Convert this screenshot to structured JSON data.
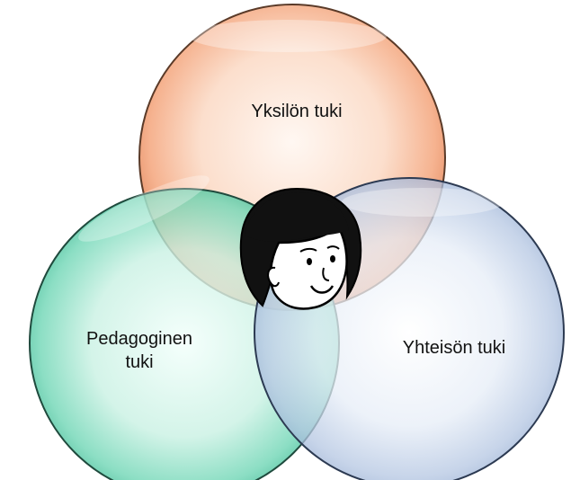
{
  "diagram": {
    "circles": [
      {
        "id": "yksilon",
        "label_lines": [
          "Yksilön tuki"
        ],
        "color": "#f4a57c"
      },
      {
        "id": "pedagoginen",
        "label_lines": [
          "Pedagoginen",
          "tuki"
        ],
        "color": "#5fd3b0"
      },
      {
        "id": "yhteison",
        "label_lines": [
          "Yhteisön tuki"
        ],
        "color": "#a9bedf"
      }
    ],
    "center_icon": "child-face-icon"
  }
}
